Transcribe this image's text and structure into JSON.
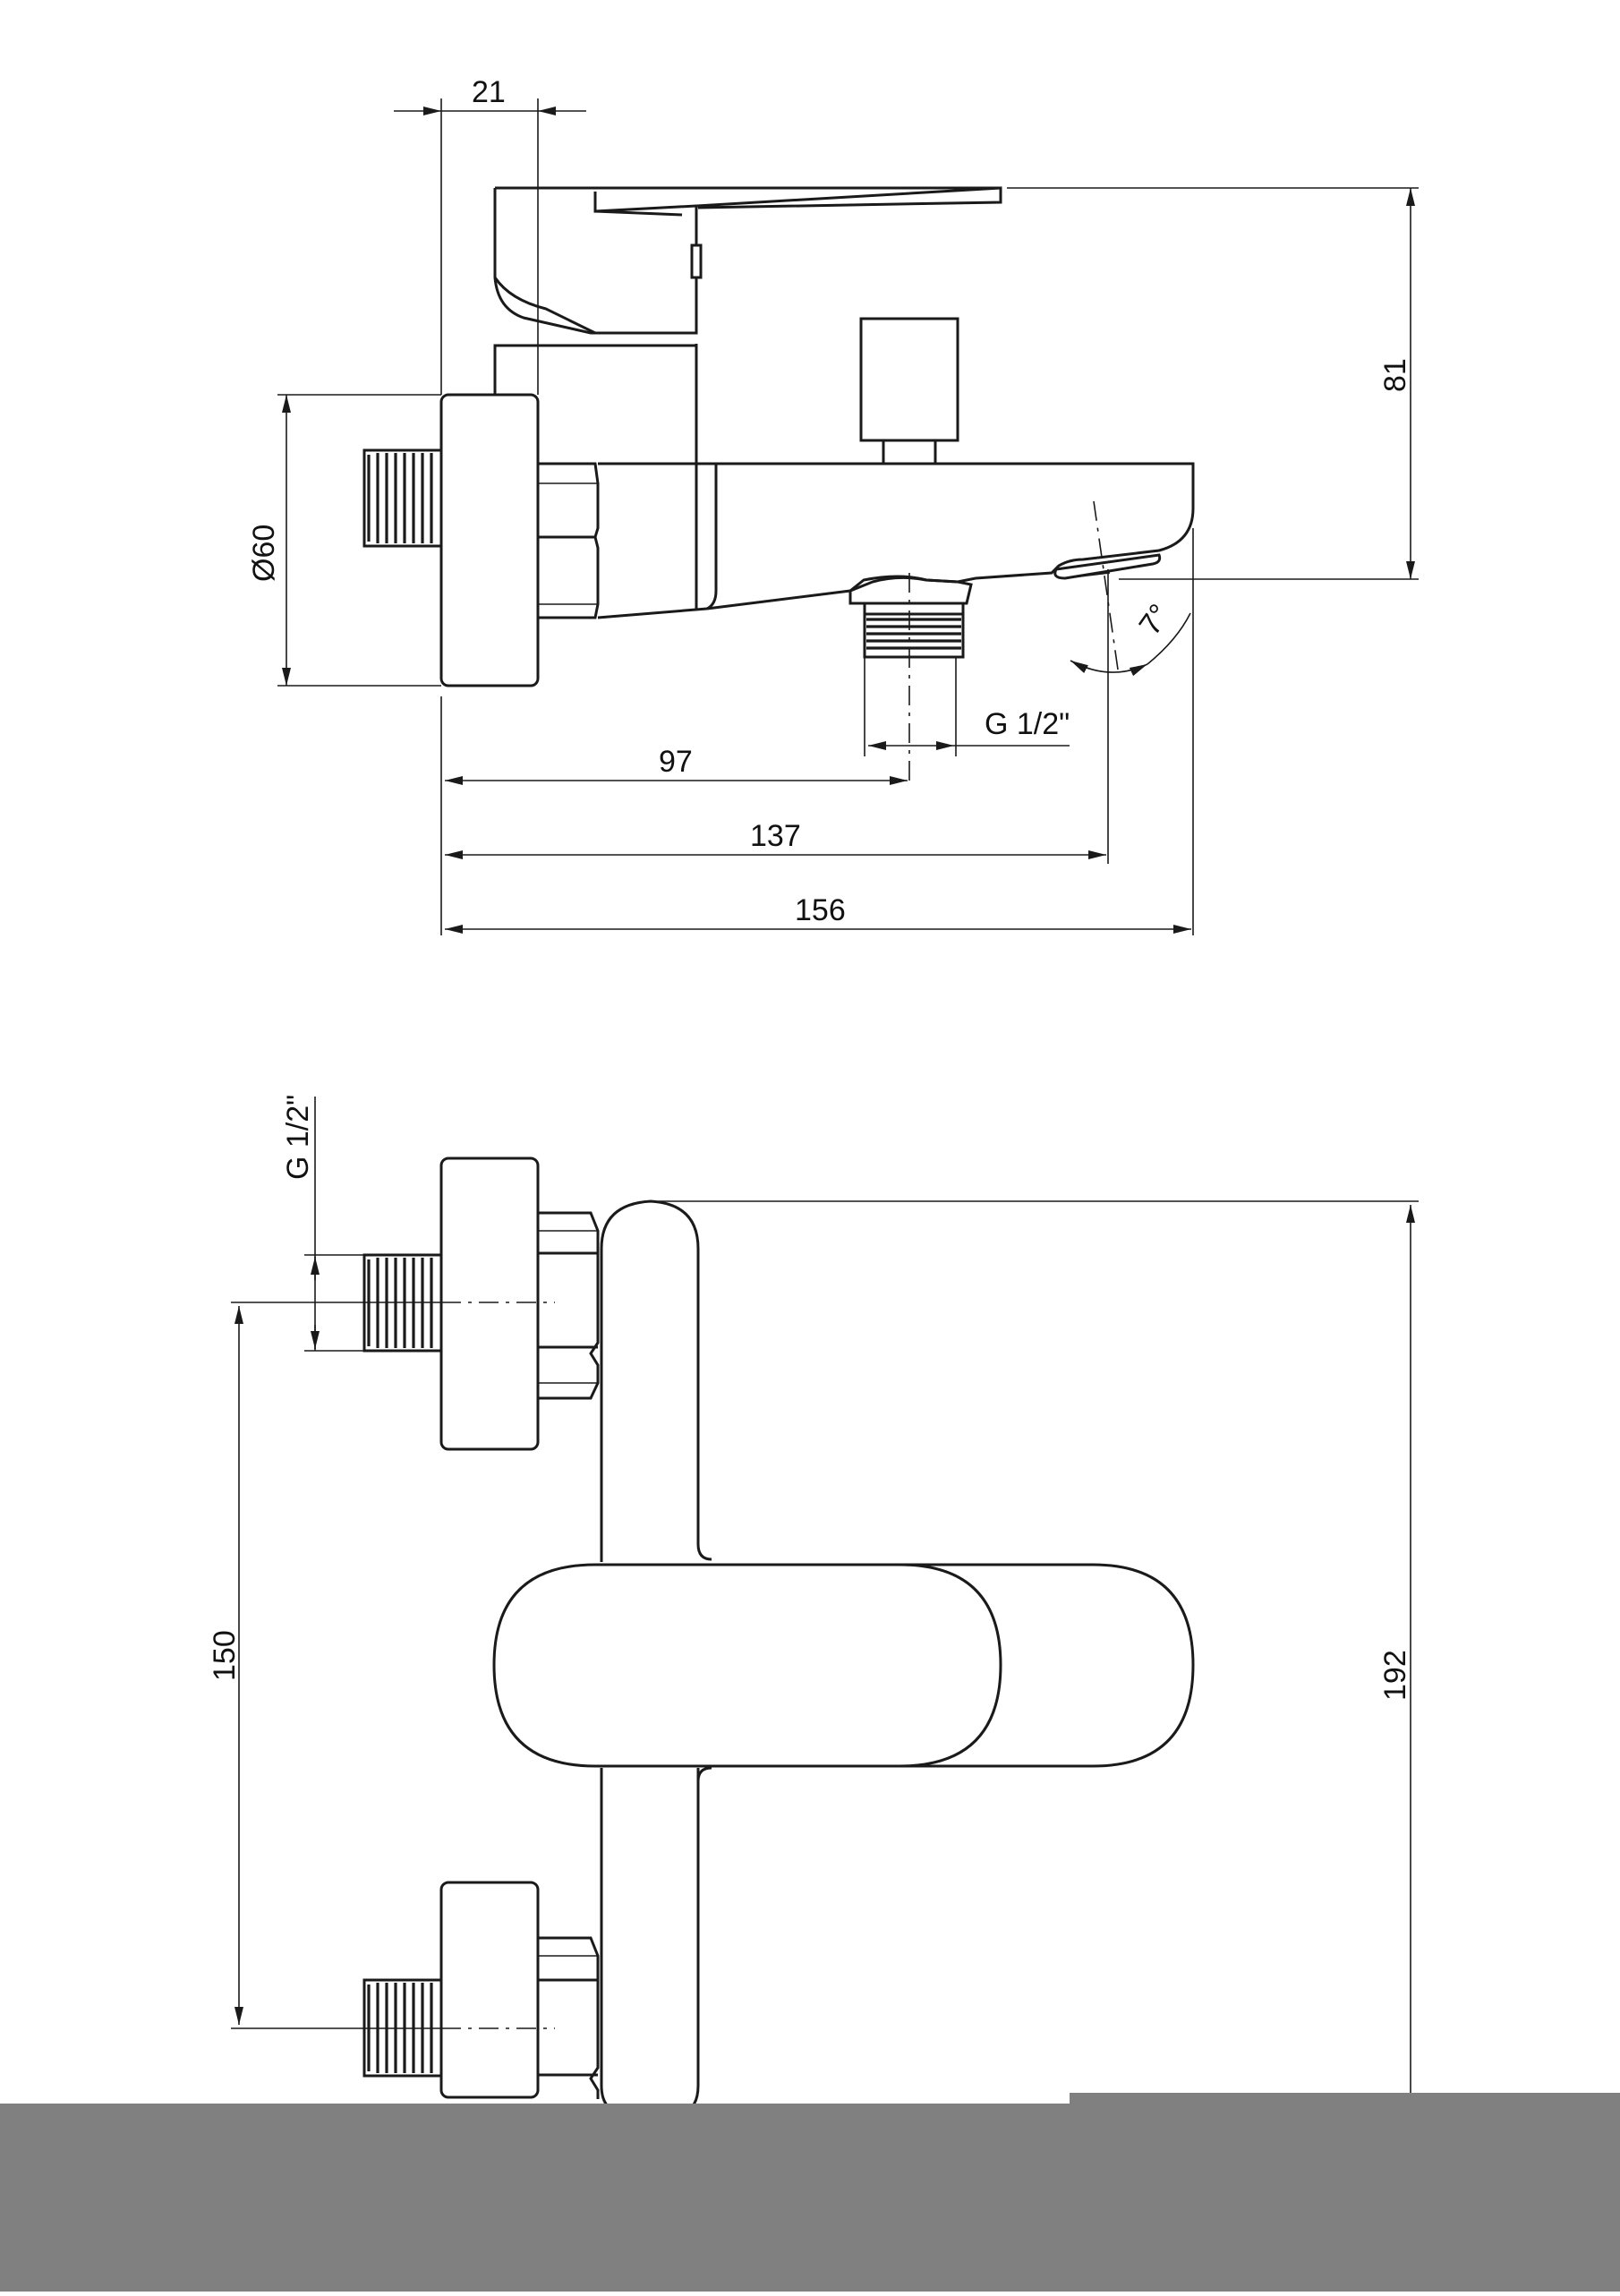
{
  "drawing": {
    "side_view": {
      "dim_handle_offset": "21",
      "dim_height": "81",
      "dim_diameter": "Ø60",
      "dim_outlet_thread": "G 1/2\"",
      "dim_outlet_distance": "97",
      "dim_spout_tip": "137",
      "dim_overall_length": "156",
      "dim_angle": "7°"
    },
    "front_view": {
      "dim_inlet_thread": "G 1/2\"",
      "dim_inlet_spacing": "150",
      "dim_overall_height": "192"
    },
    "colors": {
      "line": "#1a1a1a",
      "background": "#ffffff",
      "bottom_band": "#808080"
    }
  }
}
